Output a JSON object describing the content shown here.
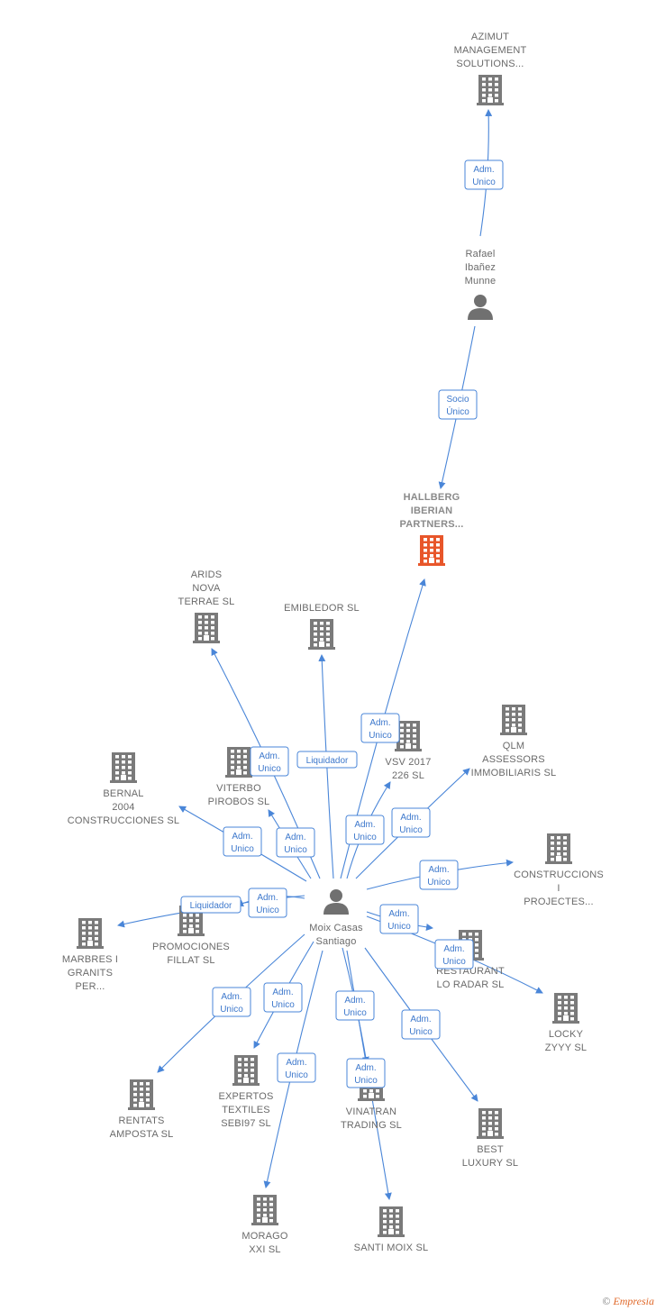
{
  "colors": {
    "edge": "#4a86d8",
    "building": "#7a7a7a",
    "building_main": "#e8562a",
    "person": "#707070"
  },
  "nodes": [
    {
      "id": "azimut",
      "type": "company",
      "lines": [
        "AZIMUT",
        "MANAGEMENT",
        "SOLUTIONS..."
      ]
    },
    {
      "id": "rafael",
      "type": "person",
      "lines": [
        "Rafael",
        "Ibañez",
        "Munne"
      ]
    },
    {
      "id": "hallberg",
      "type": "company_main",
      "lines": [
        "HALLBERG",
        "IBERIAN",
        "PARTNERS..."
      ]
    },
    {
      "id": "arids",
      "type": "company",
      "lines": [
        "ARIDS",
        "NOVA",
        "TERRAE SL"
      ]
    },
    {
      "id": "embibledor",
      "type": "company",
      "lines": [
        "EMIBLEDOR SL"
      ]
    },
    {
      "id": "vsv",
      "type": "company",
      "lines": [
        "VSV 2017",
        "226  SL"
      ]
    },
    {
      "id": "qlm",
      "type": "company",
      "lines": [
        "QLM",
        "ASSESSORS",
        "IMMOBILIARIS SL"
      ]
    },
    {
      "id": "viterbo",
      "type": "company",
      "lines": [
        "VITERBO",
        "PIROBOS  SL"
      ]
    },
    {
      "id": "bernal",
      "type": "company",
      "lines": [
        "BERNAL",
        "2004",
        "CONSTRUCCIONES SL"
      ]
    },
    {
      "id": "construccions",
      "type": "company",
      "lines": [
        "CONSTRUCCIONS",
        "I",
        "PROJECTES..."
      ]
    },
    {
      "id": "moix",
      "type": "person",
      "lines": [
        "Moix Casas",
        "Santiago"
      ]
    },
    {
      "id": "promociones",
      "type": "company",
      "lines": [
        "PROMOCIONES",
        "FILLAT SL"
      ]
    },
    {
      "id": "marbres",
      "type": "company",
      "lines": [
        "MARBRES I",
        "GRANITS",
        "PER..."
      ]
    },
    {
      "id": "restaurant",
      "type": "company",
      "lines": [
        "RESTAURANT",
        "LO RADAR  SL"
      ]
    },
    {
      "id": "locky",
      "type": "company",
      "lines": [
        "LOCKY",
        "ZYYY  SL"
      ]
    },
    {
      "id": "rentats",
      "type": "company",
      "lines": [
        "RENTATS",
        "AMPOSTA  SL"
      ]
    },
    {
      "id": "expertos",
      "type": "company",
      "lines": [
        "EXPERTOS",
        "TEXTILES",
        "SEBI97  SL"
      ]
    },
    {
      "id": "vinatran",
      "type": "company",
      "lines": [
        "VINATRAN",
        "TRADING  SL"
      ]
    },
    {
      "id": "best",
      "type": "company",
      "lines": [
        "BEST",
        "LUXURY  SL"
      ]
    },
    {
      "id": "morago",
      "type": "company",
      "lines": [
        "MORAGO",
        "XXI  SL"
      ]
    },
    {
      "id": "santi",
      "type": "company",
      "lines": [
        "SANTI MOIX SL"
      ]
    }
  ],
  "edges": [
    {
      "from": "rafael",
      "to": "azimut",
      "lines": [
        "Adm.",
        "Unico"
      ]
    },
    {
      "from": "rafael",
      "to": "hallberg",
      "lines": [
        "Socio",
        "Único"
      ]
    },
    {
      "from": "moix",
      "to": "hallberg",
      "lines": [
        "Adm.",
        "Unico"
      ]
    },
    {
      "from": "moix",
      "to": "arids",
      "lines": [
        "Adm.",
        "Unico"
      ]
    },
    {
      "from": "moix",
      "to": "embibledor",
      "lines": [
        "Liquidador"
      ]
    },
    {
      "from": "moix",
      "to": "vsv",
      "lines": [
        "Adm.",
        "Unico"
      ]
    },
    {
      "from": "moix",
      "to": "qlm",
      "lines": [
        "Adm.",
        "Unico"
      ]
    },
    {
      "from": "moix",
      "to": "viterbo",
      "lines": [
        "Adm.",
        "Unico"
      ]
    },
    {
      "from": "moix",
      "to": "bernal",
      "lines": [
        "Adm.",
        "Unico"
      ]
    },
    {
      "from": "moix",
      "to": "construccions",
      "lines": [
        "Adm.",
        "Unico"
      ]
    },
    {
      "from": "moix",
      "to": "marbres",
      "lines": [
        "Liquidador"
      ]
    },
    {
      "from": "moix",
      "to": "promociones",
      "lines": [
        "Adm.",
        "Unico"
      ]
    },
    {
      "from": "moix",
      "to": "restaurant",
      "lines": [
        "Adm.",
        "Unico"
      ]
    },
    {
      "from": "moix",
      "to": "locky",
      "lines": [
        "Adm.",
        "Unico"
      ]
    },
    {
      "from": "moix",
      "to": "rentats",
      "lines": [
        "Adm.",
        "Unico"
      ]
    },
    {
      "from": "moix",
      "to": "expertos",
      "lines": [
        "Adm.",
        "Unico"
      ]
    },
    {
      "from": "moix",
      "to": "vinatran",
      "lines": [
        "Adm.",
        "Unico"
      ]
    },
    {
      "from": "moix",
      "to": "best",
      "lines": [
        "Adm.",
        "Unico"
      ]
    },
    {
      "from": "moix",
      "to": "morago",
      "lines": [
        "Adm.",
        "Unico"
      ]
    },
    {
      "from": "moix",
      "to": "santi",
      "lines": [
        "Adm.",
        "Unico"
      ]
    }
  ],
  "credit": {
    "symbol": "©",
    "brand": "Empresia"
  }
}
